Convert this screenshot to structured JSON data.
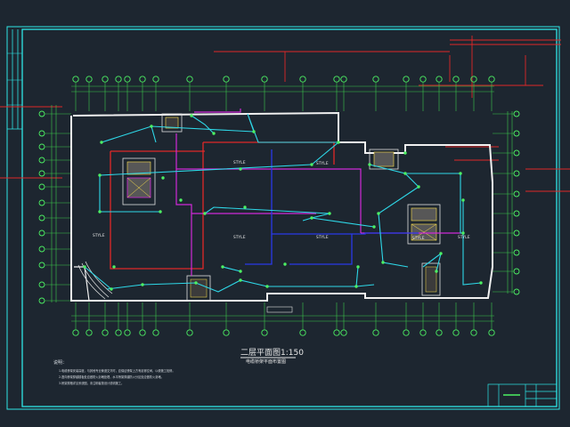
{
  "drawing": {
    "title": "二层平面图1:150",
    "subtitle": "电缆桥架平面布置图",
    "notes_header": "说明：",
    "notes": [
      "1.电缆桥架安装高度，与其他专业管道交叉时，应保证桥架上方有足够空间，以便施工检修。",
      "2.竖向桥架穿越楼板处应做防火封堵处理，水平桥架穿越防火分区处应做防火封堵。",
      "3.桥架规格详见系统图，未注明者按设计说明施工。"
    ],
    "room_labels": [
      "STYLE",
      "STYLE",
      "STYLE",
      "STYLE",
      "STYLE",
      "STYLE",
      "STYLE"
    ],
    "bottom_tag": "————",
    "title_block": {
      "logo_line": "",
      "cells": [
        "",
        "",
        "",
        "",
        "",
        ""
      ]
    }
  },
  "colors": {
    "background": "#1d2630",
    "frame": "#2ee6e6",
    "wall": "#f0f0f0",
    "tray_cyan": "#2ed8e8",
    "tray_red": "#e02828",
    "tray_magenta": "#d02ad8",
    "tray_blue": "#2a3ae8",
    "axis": "#4cf063",
    "dim": "#3cc84a"
  }
}
